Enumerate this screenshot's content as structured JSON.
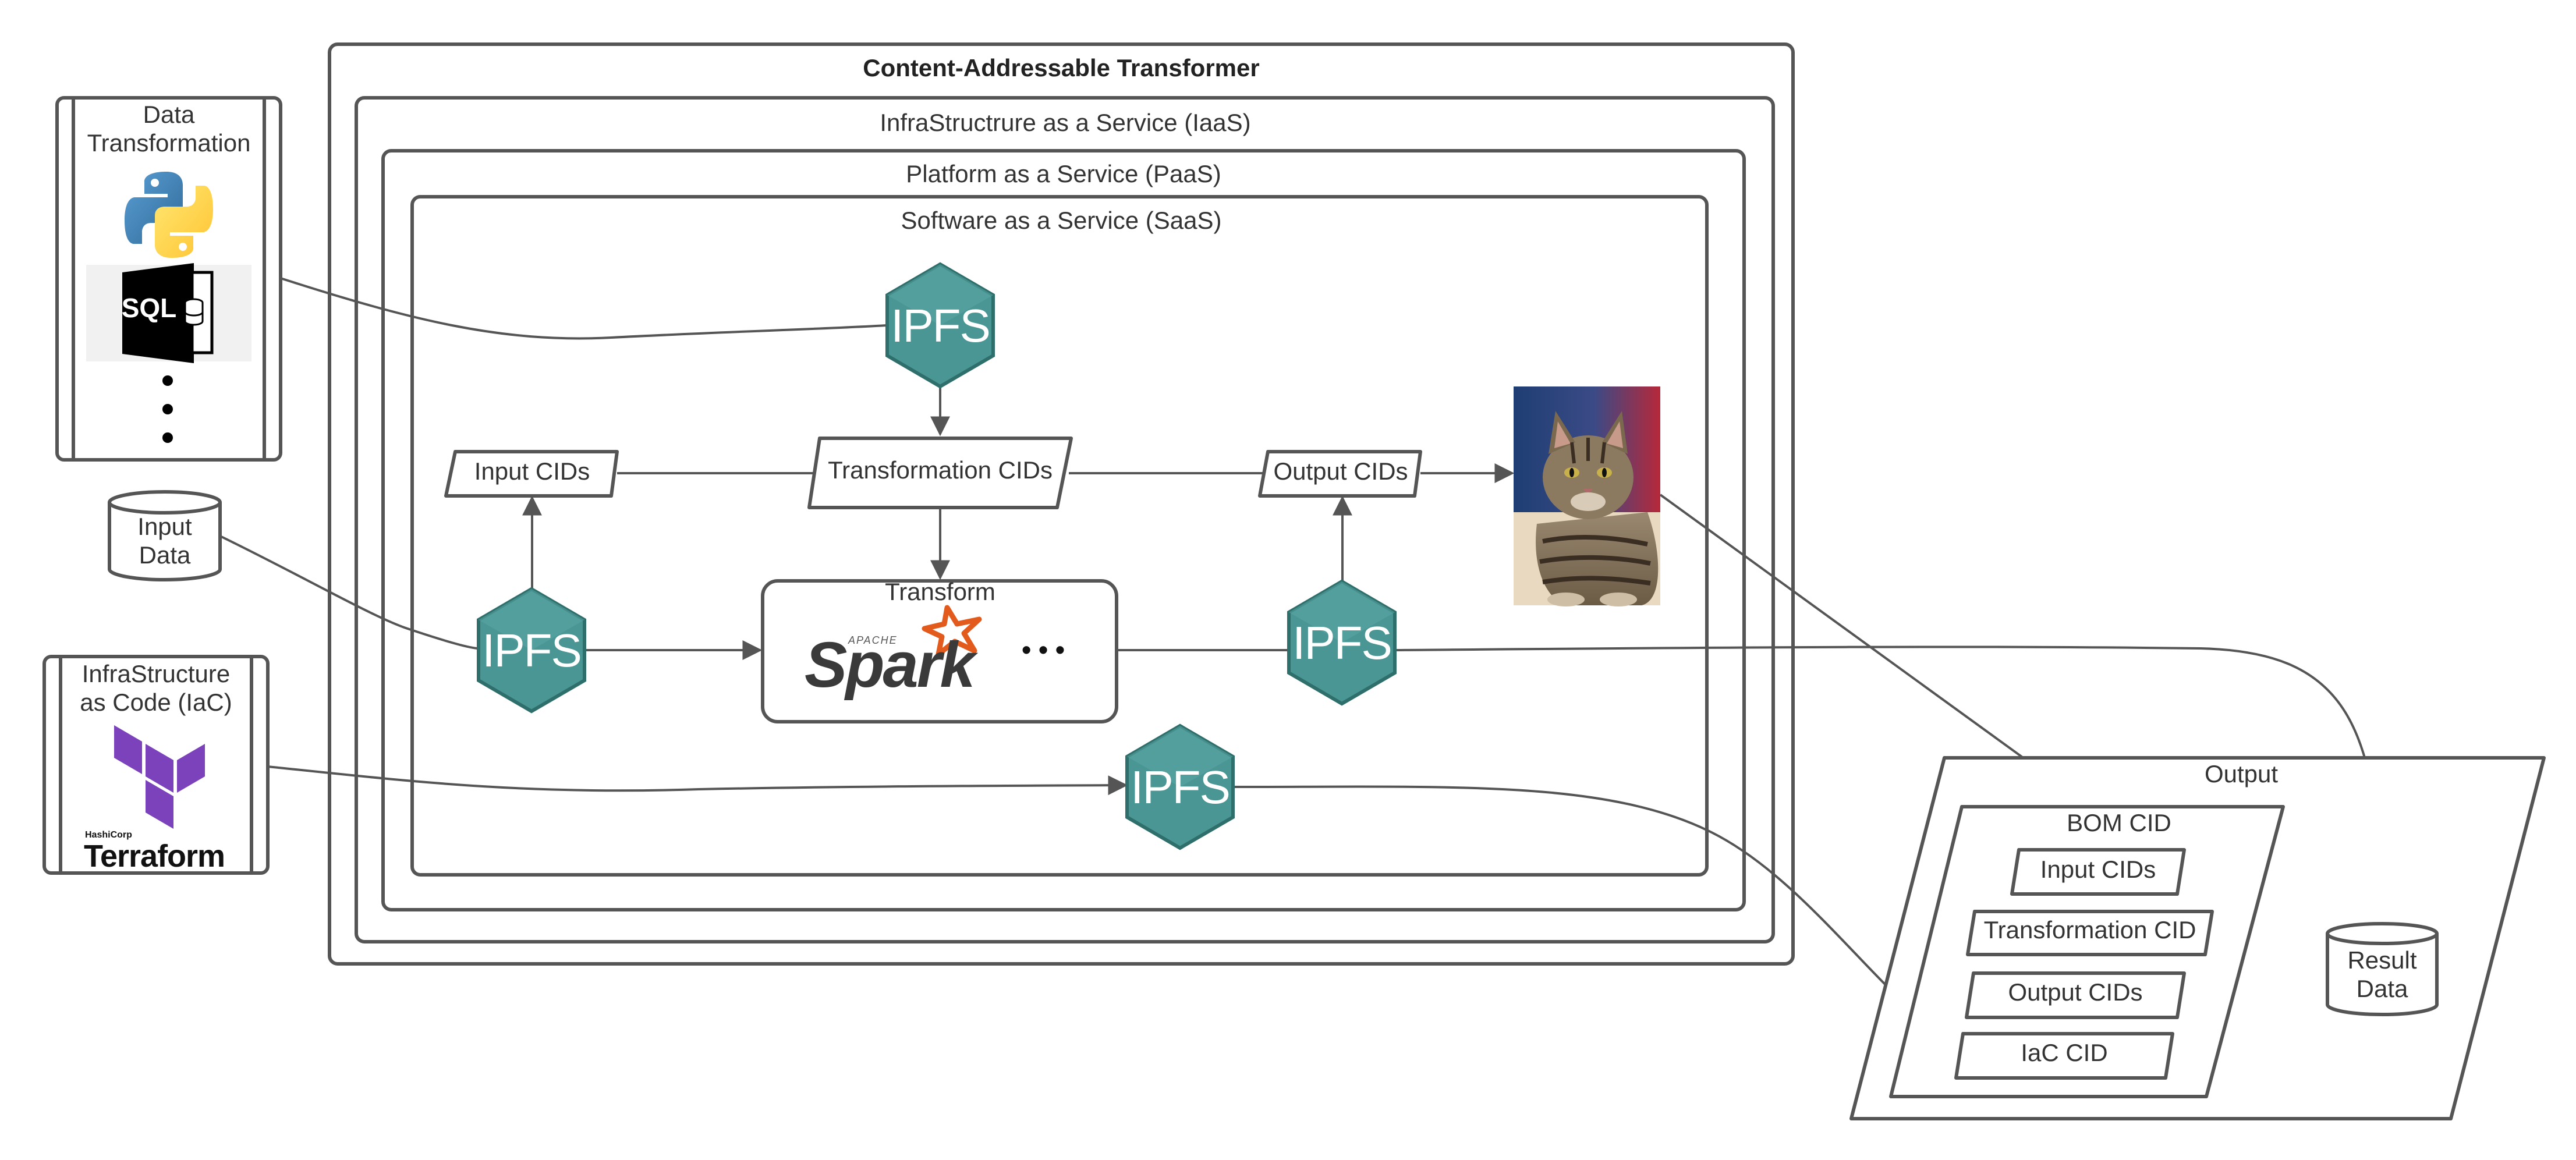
{
  "diagram": {
    "title": "Content-Addressable Transformer",
    "layers": {
      "iaas": "InfraStructrure as a Service (IaaS)",
      "paas": "Platform as a Service (PaaS)",
      "saas": "Software as a Service (SaaS)"
    },
    "left_panels": {
      "data_transformation": {
        "label_line1": "Data",
        "label_line2": "Transformation",
        "logos": [
          "python-logo",
          "sql-logo"
        ],
        "sql_text": "SQL"
      },
      "input_data": {
        "line1": "Input",
        "line2": "Data"
      },
      "iac": {
        "label_line1": "InfraStructure",
        "label_line2": "as Code (IaC)",
        "vendor_small": "HashiCorp",
        "vendor_name": "Terraform"
      }
    },
    "nodes": {
      "ipfs_label": "IPFS",
      "input_cids": "Input CIDs",
      "transformation_cids": "Transformation CIDs",
      "output_cids": "Output CIDs",
      "transform_label": "Transform",
      "spark_small": "APACHE",
      "spark_name": "Spark",
      "ellipsis": "• • •",
      "result_image": "cat-photo"
    },
    "output": {
      "title": "Output",
      "bom_title": "BOM CID",
      "items": [
        "Input CIDs",
        "Transformation CID",
        "Output CIDs",
        "IaC CID"
      ],
      "result_line1": "Result",
      "result_line2": "Data"
    },
    "colors": {
      "ipfs_teal": "#4A9694",
      "ipfs_teal_dark": "#2E6F6C",
      "stroke": "#555555",
      "terraform_purple": "#7B42BC",
      "spark_orange": "#E25A1C",
      "python_blue": "#3776AB",
      "python_yellow": "#FFD43B"
    }
  }
}
